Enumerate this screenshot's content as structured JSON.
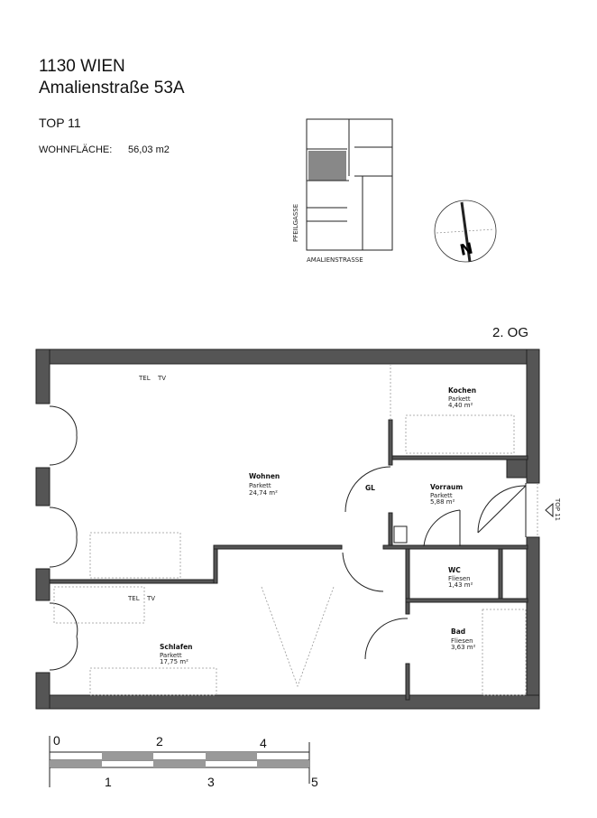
{
  "header": {
    "city": "1130 WIEN",
    "street": "Amalienstraße 53A",
    "unit": "TOP 11",
    "living_area_label": "WOHNFLÄCHE:",
    "living_area_value": "56,03 m2"
  },
  "site_plan": {
    "street_label_side": "PFEILGASSE",
    "street_label_bottom": "AMALIENSTRASSE"
  },
  "compass": {
    "label": "N"
  },
  "floor": "2. OG",
  "entrance_label": "TOP 11",
  "rooms": [
    {
      "name": "Wohnen",
      "floor": "Parkett",
      "area": "24,74 m²"
    },
    {
      "name": "Kochen",
      "floor": "Parkett",
      "area": "4,40 m²"
    },
    {
      "name": "Vorraum",
      "floor": "Parkett",
      "area": "5,88 m²"
    },
    {
      "name": "WC",
      "floor": "Fliesen",
      "area": "1,43 m²"
    },
    {
      "name": "Bad",
      "floor": "Fliesen",
      "area": "3,63 m²"
    },
    {
      "name": "Schlafen",
      "floor": "Parkett",
      "area": "17,75 m²"
    }
  ],
  "symbols": {
    "tel": "TEL",
    "tv": "TV",
    "gl": "GL"
  },
  "scale_bar": {
    "upper": [
      "0",
      "2",
      "4"
    ],
    "lower": [
      "1",
      "3",
      "5"
    ]
  },
  "colors": {
    "wall": "#555555",
    "line": "#222222"
  }
}
